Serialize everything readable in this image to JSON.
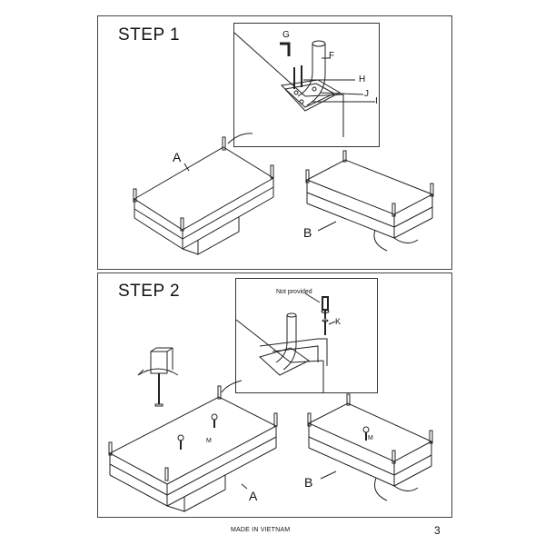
{
  "step1": {
    "title": "STEP 1",
    "callouts": {
      "g": "G",
      "f": "F",
      "h": "H",
      "j": "J",
      "i": "I"
    },
    "tables": {
      "a": "A",
      "b": "B"
    }
  },
  "step2": {
    "title": "STEP 2",
    "callouts": {
      "not_provided": "Not provided",
      "k": "K",
      "m": "M"
    },
    "tables": {
      "a": "A",
      "b": "B"
    }
  },
  "footer": {
    "made_in": "MADE IN VIETNAM",
    "page_number": "3"
  }
}
